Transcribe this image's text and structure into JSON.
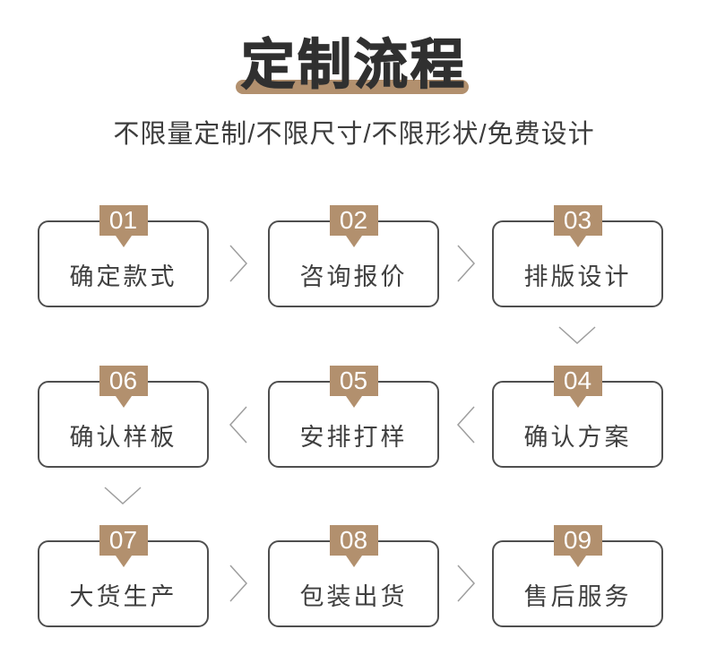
{
  "header": {
    "title": "定制流程",
    "subtitle": "不限量定制/不限尺寸/不限形状/免费设计"
  },
  "steps": [
    {
      "num": "01",
      "label": "确定款式"
    },
    {
      "num": "02",
      "label": "咨询报价"
    },
    {
      "num": "03",
      "label": "排版设计"
    },
    {
      "num": "04",
      "label": "确认方案"
    },
    {
      "num": "05",
      "label": "安排打样"
    },
    {
      "num": "06",
      "label": "确认样板"
    },
    {
      "num": "07",
      "label": "大货生产"
    },
    {
      "num": "08",
      "label": "包装出货"
    },
    {
      "num": "09",
      "label": "售后服务"
    }
  ],
  "flow_order_note": "row1: 01→02→03 (right arrows), down after 03; row2: 04→05→06 (left arrows), down after 06; row3: 07→08→09 (right arrows)",
  "colors": {
    "accent_tan": "#b2906e",
    "title_text": "#303030",
    "subtitle_text": "#3d3d3d",
    "card_border": "#4f4f4f",
    "card_label": "#3f3f3f",
    "arrow": "#9e9e9e",
    "background": "#ffffff"
  }
}
